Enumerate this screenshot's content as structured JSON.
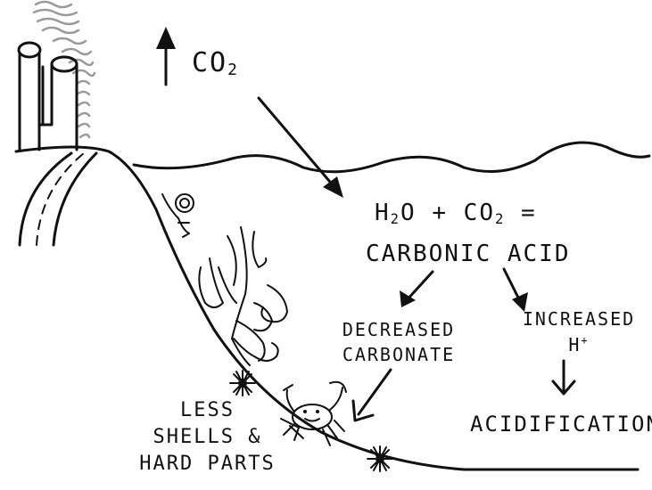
{
  "labels": {
    "co2_release": "CO",
    "co2_release_sub": "2",
    "equation_a": "H",
    "equation_a_sub": "2",
    "equation_b": "O + CO",
    "equation_b_sub": "2",
    "equation_c": " =",
    "carbonic_acid": "CARBONIC ACID",
    "decreased_line1": "DECREASED",
    "decreased_line2": "CARBONATE",
    "increased_line1": "INCREASED",
    "increased_line2": "H",
    "increased_line2_sup": "+",
    "acidification": "ACIDIFICATION",
    "less_line1": "LESS",
    "less_line2": "SHELLS &",
    "less_line3": "HARD PARTS"
  },
  "colors": {
    "ink": "#111111",
    "smoke": "#9a9a9a",
    "background": "#ffffff"
  }
}
